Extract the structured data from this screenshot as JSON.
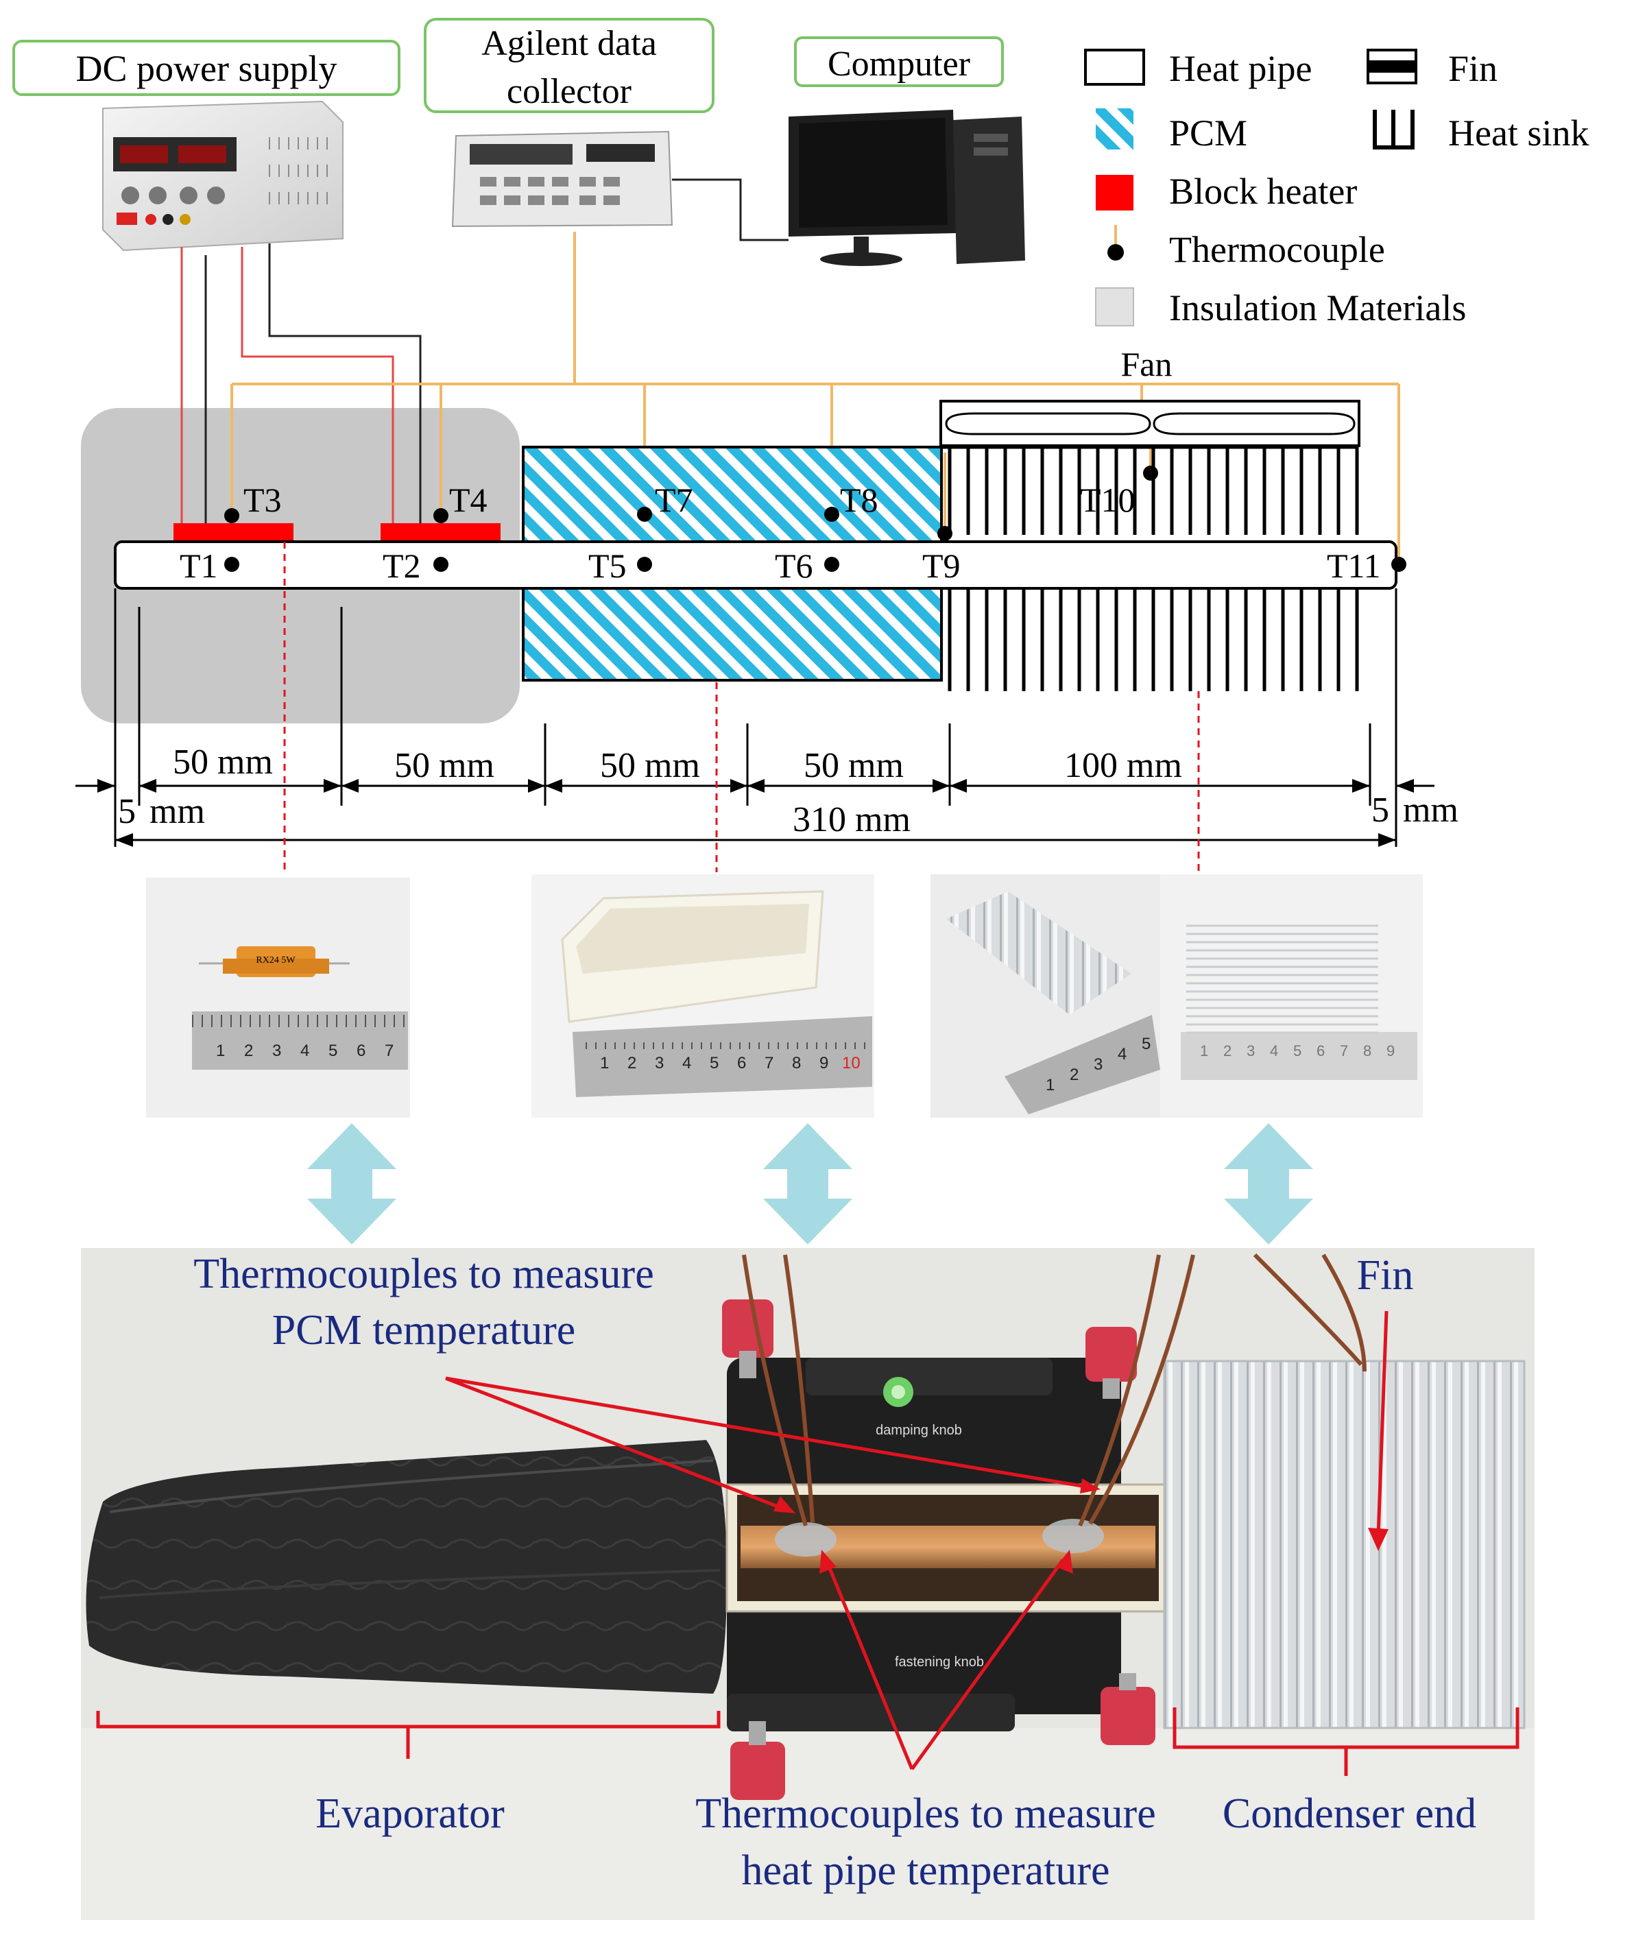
{
  "equipment": {
    "dc_power_supply": "DC power supply",
    "agilent_line1": "Agilent data",
    "agilent_line2": "collector",
    "computer": "Computer"
  },
  "legend": {
    "heat_pipe": "Heat pipe",
    "fin": "Fin",
    "pcm": "PCM",
    "heat_sink": "Heat sink",
    "block_heater": "Block heater",
    "thermocouple": "Thermocouple",
    "insulation": "Insulation Materials"
  },
  "fan_label": "Fan",
  "thermocouples": {
    "t1": "T1",
    "t2": "T2",
    "t3": "T3",
    "t4": "T4",
    "t5": "T5",
    "t6": "T6",
    "t7": "T7",
    "t8": "T8",
    "t9": "T9",
    "t10": "T10",
    "t11": "T11"
  },
  "dimensions": {
    "seg1": "50 mm",
    "seg2": "50 mm",
    "seg3": "50 mm",
    "seg4": "50 mm",
    "seg5": "100 mm",
    "end_left_num": "5",
    "end_left_unit": "mm",
    "end_right_num": "5",
    "end_right_unit": "mm",
    "total": "310 mm"
  },
  "ruler_numbers": {
    "heater": [
      "1",
      "2",
      "3",
      "4",
      "5",
      "6",
      "7"
    ],
    "pcm_box": [
      "1",
      "2",
      "3",
      "4",
      "5",
      "6",
      "7",
      "8",
      "9",
      "10"
    ],
    "sink_a": [
      "1",
      "2",
      "3",
      "4",
      "5"
    ],
    "sink_b": [
      "1",
      "2",
      "3",
      "4",
      "5",
      "6",
      "7",
      "8",
      "9"
    ]
  },
  "photo_text": {
    "resistor_marking": "RX24 5W",
    "damping_knob": "damping knob",
    "fastening_knob": "fastening knob"
  },
  "annotations": {
    "pcm_tc_line1": "Thermocouples to measure",
    "pcm_tc_line2": "PCM temperature",
    "fin": "Fin",
    "evaporator": "Evaporator",
    "hp_tc_line1": "Thermocouples to measure",
    "hp_tc_line2": "heat pipe temperature",
    "condenser": "Condenser end"
  },
  "colors": {
    "heater_red": "#ff0000",
    "pcm_cyan": "#2bb7e0",
    "insulation_gray": "#c8c8c8",
    "wire_orange": "#f2b766",
    "wire_red": "#e94545",
    "frame_green": "#7cc466",
    "arrow_blue": "#a7dbe3",
    "annotation_blue": "#1a2a80",
    "annotation_red": "#e0131f"
  }
}
